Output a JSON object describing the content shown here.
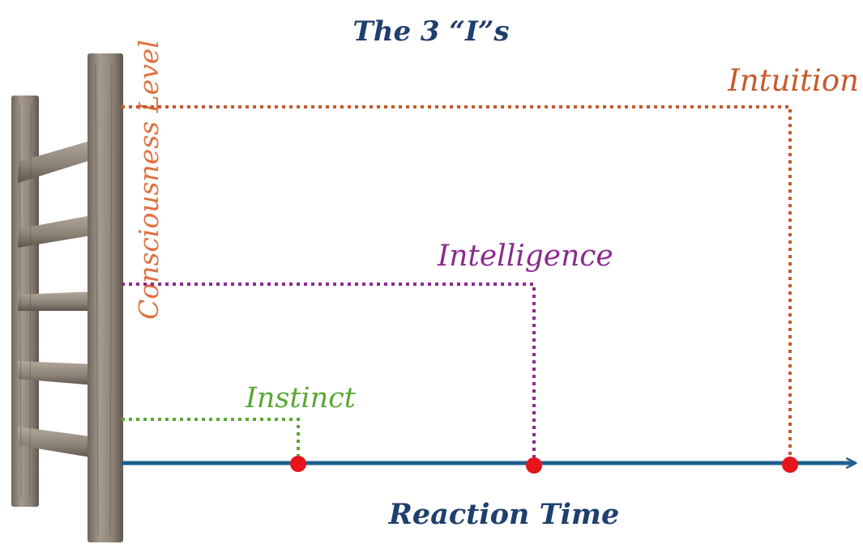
{
  "title": "The 3 “I”s",
  "y_axis_label": "Consciousness Level",
  "x_axis_label": "Reaction Time",
  "levels": [
    {
      "label": "Instinct",
      "color": "#5aa832"
    },
    {
      "label": "Intelligence",
      "color": "#8b2a8f"
    },
    {
      "label": "Intuition",
      "color": "#c65a2c"
    }
  ],
  "colors": {
    "title": "#1f3f6e",
    "axis": "#1f5f8f",
    "y_label": "#e07040",
    "marker": "#e8141b",
    "ladder_wood": "#9a8f82",
    "ladder_dark": "#6f665c"
  },
  "decorations": [
    "wooden-ladder"
  ]
}
